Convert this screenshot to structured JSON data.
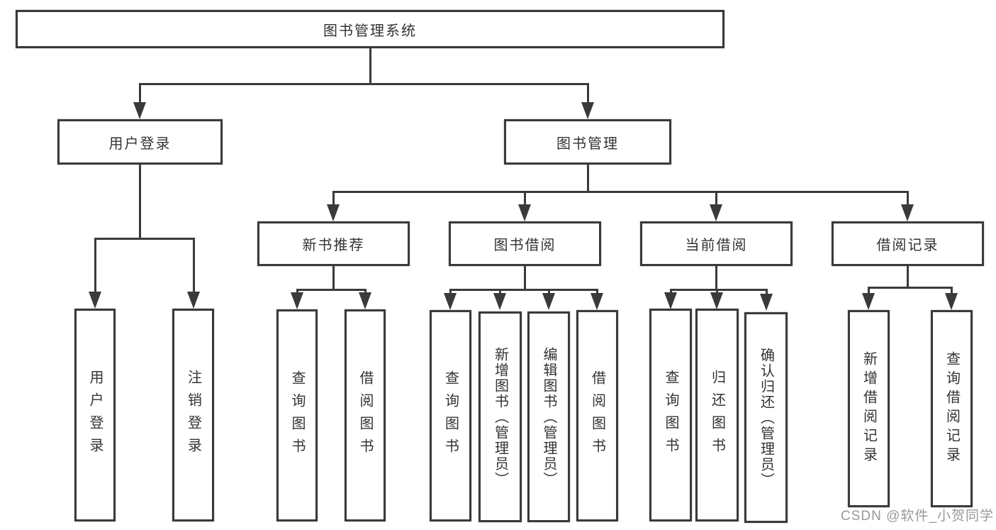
{
  "diagram": {
    "root": {
      "label": "图书管理系统"
    },
    "branches": [
      {
        "label": "用户登录",
        "children": [
          {
            "label": "用户登录"
          },
          {
            "label": "注销登录"
          }
        ]
      },
      {
        "label": "图书管理",
        "children": [
          {
            "label": "新书推荐",
            "children": [
              {
                "label": "查询图书"
              },
              {
                "label": "借阅图书"
              }
            ]
          },
          {
            "label": "图书借阅",
            "children": [
              {
                "label": "查询图书"
              },
              {
                "label": "新增图书（管理员）"
              },
              {
                "label": "编辑图书（管理员）"
              },
              {
                "label": "借阅图书"
              }
            ]
          },
          {
            "label": "当前借阅",
            "children": [
              {
                "label": "查询图书"
              },
              {
                "label": "归还图书"
              },
              {
                "label": "确认归还（管理员）"
              }
            ]
          },
          {
            "label": "借阅记录",
            "children": [
              {
                "label": "新增借阅记录"
              },
              {
                "label": "查询借阅记录"
              }
            ]
          }
        ]
      }
    ]
  },
  "watermark": {
    "text": "CSDN @软件_小贺同学"
  },
  "colors": {
    "line": "#3a3a3a",
    "text": "#333333",
    "background": "#ffffff",
    "watermark": "#949494"
  }
}
